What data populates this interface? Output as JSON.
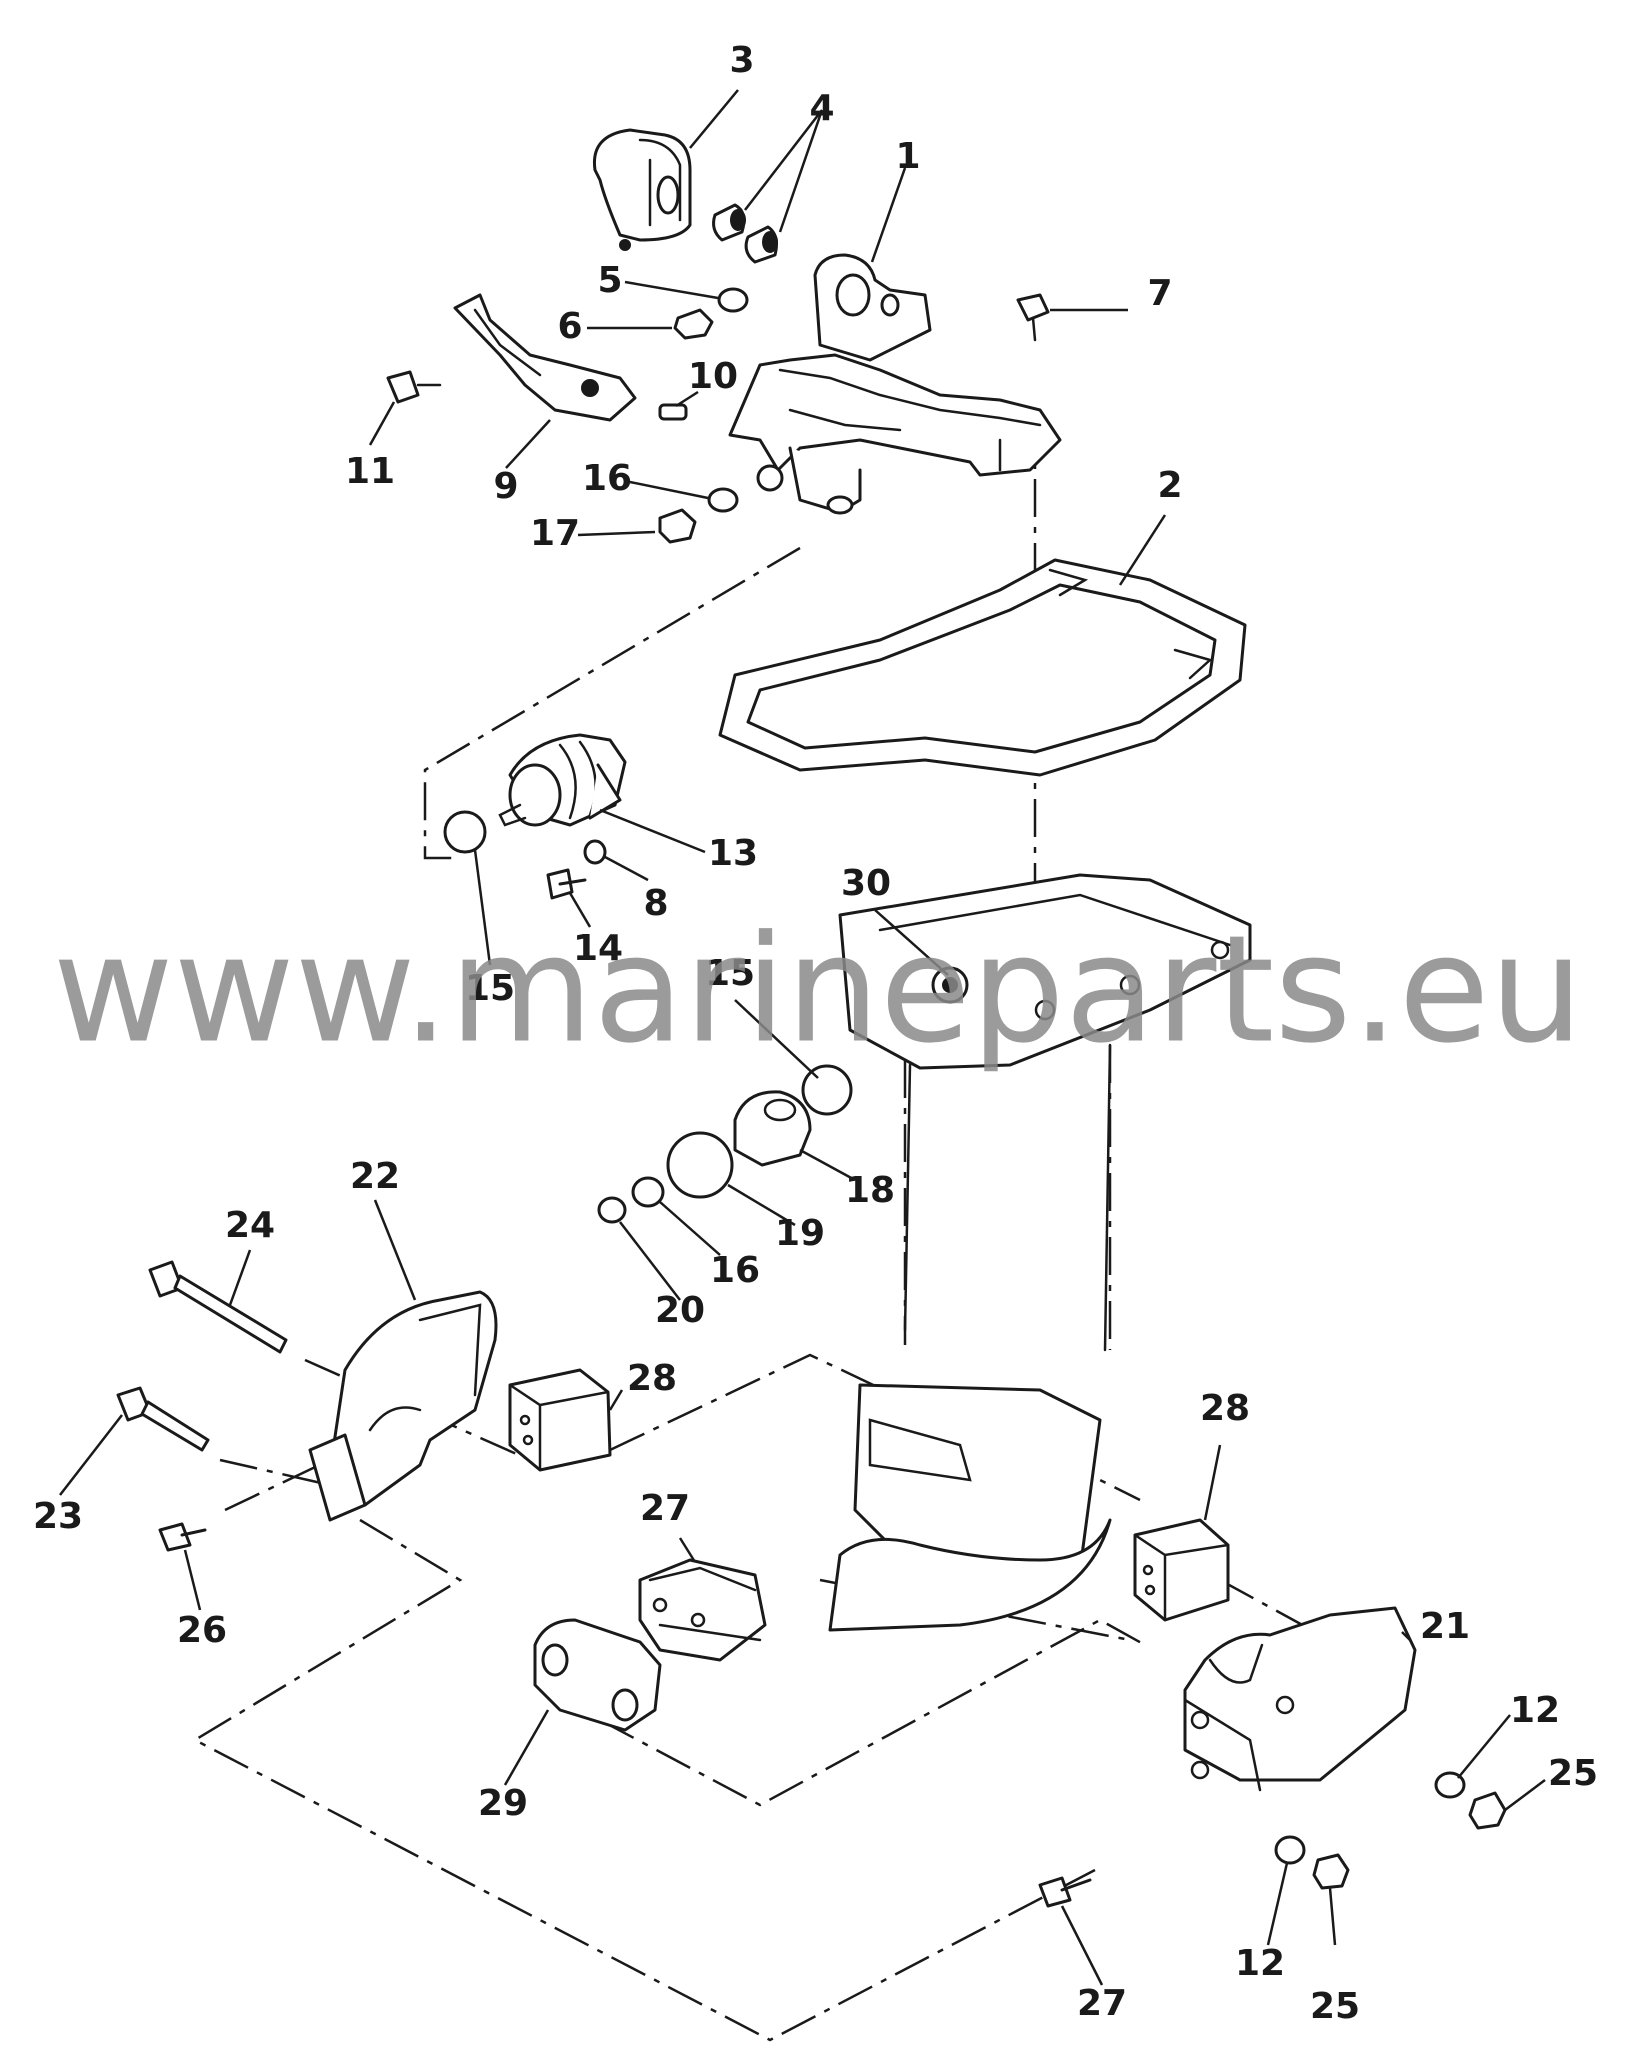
{
  "watermark": "www.marineparts.eu",
  "callouts": [
    {
      "id": "c1",
      "label": "1"
    },
    {
      "id": "c2",
      "label": "2"
    },
    {
      "id": "c3",
      "label": "3"
    },
    {
      "id": "c4",
      "label": "4"
    },
    {
      "id": "c5",
      "label": "5"
    },
    {
      "id": "c6",
      "label": "6"
    },
    {
      "id": "c7",
      "label": "7"
    },
    {
      "id": "c8",
      "label": "8"
    },
    {
      "id": "c9",
      "label": "9"
    },
    {
      "id": "c10",
      "label": "10"
    },
    {
      "id": "c11",
      "label": "11"
    },
    {
      "id": "c12a",
      "label": "12"
    },
    {
      "id": "c12b",
      "label": "12"
    },
    {
      "id": "c13",
      "label": "13"
    },
    {
      "id": "c14",
      "label": "14"
    },
    {
      "id": "c15a",
      "label": "15"
    },
    {
      "id": "c15b",
      "label": "15"
    },
    {
      "id": "c16a",
      "label": "16"
    },
    {
      "id": "c16b",
      "label": "16"
    },
    {
      "id": "c17",
      "label": "17"
    },
    {
      "id": "c18",
      "label": "18"
    },
    {
      "id": "c19",
      "label": "19"
    },
    {
      "id": "c20",
      "label": "20"
    },
    {
      "id": "c21",
      "label": "21"
    },
    {
      "id": "c22",
      "label": "22"
    },
    {
      "id": "c23",
      "label": "23"
    },
    {
      "id": "c24",
      "label": "24"
    },
    {
      "id": "c25a",
      "label": "25"
    },
    {
      "id": "c25b",
      "label": "25"
    },
    {
      "id": "c26",
      "label": "26"
    },
    {
      "id": "c27a",
      "label": "27"
    },
    {
      "id": "c27b",
      "label": "27"
    },
    {
      "id": "c28a",
      "label": "28"
    },
    {
      "id": "c28b",
      "label": "28"
    },
    {
      "id": "c29",
      "label": "29"
    },
    {
      "id": "c30",
      "label": "30"
    }
  ]
}
